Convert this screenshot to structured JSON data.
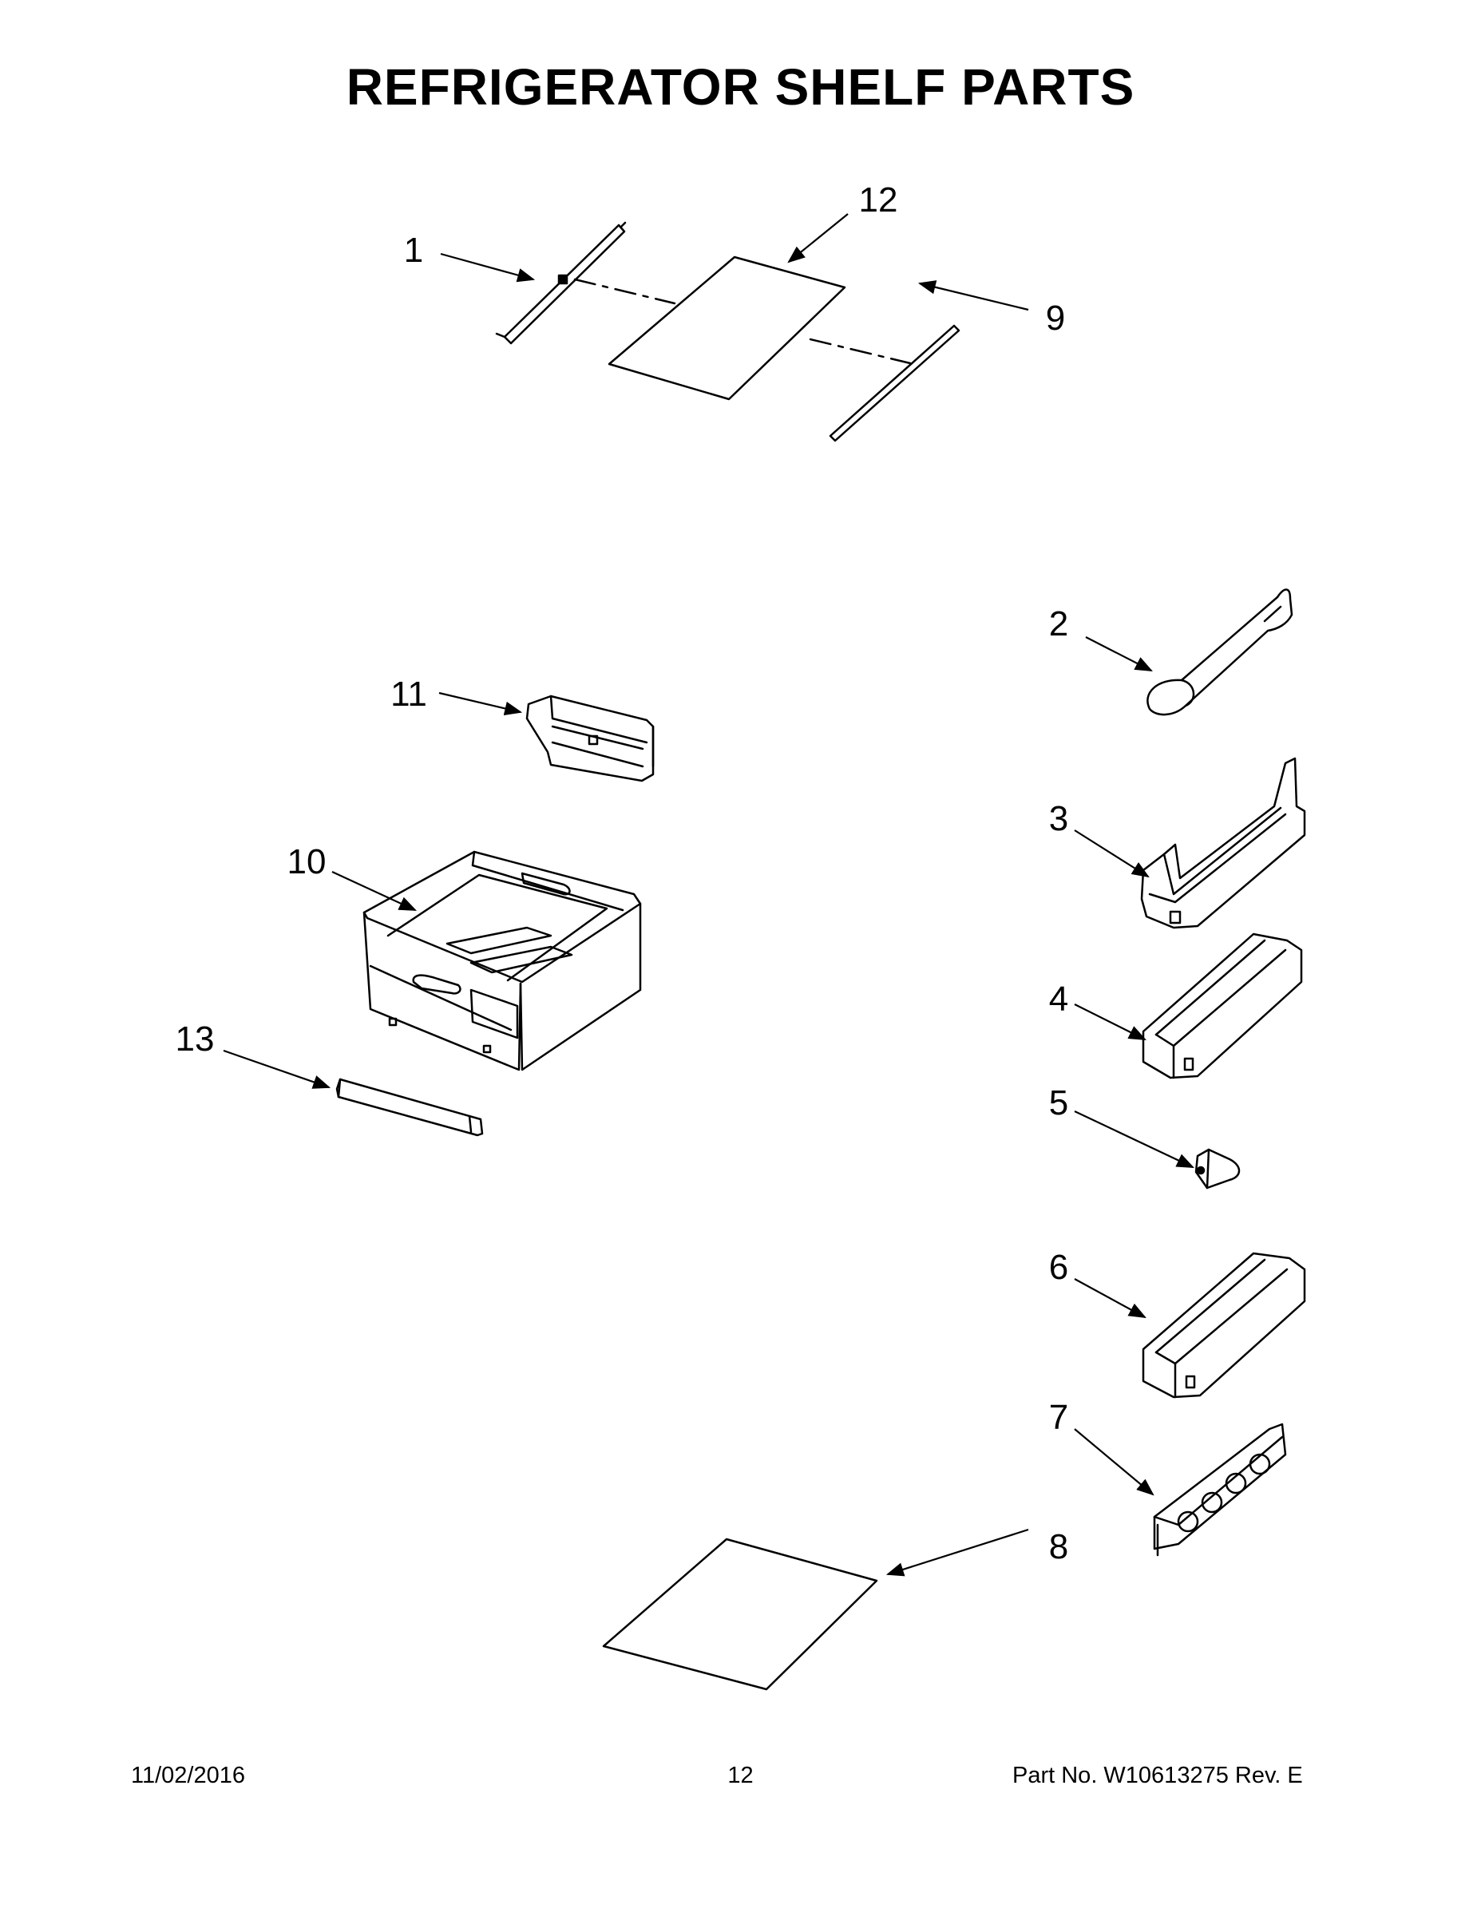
{
  "page": {
    "title": "REFRIGERATOR SHELF PARTS"
  },
  "callouts": {
    "c1": "1",
    "c2": "2",
    "c3": "3",
    "c4": "4",
    "c5": "5",
    "c6": "6",
    "c7": "7",
    "c8": "8",
    "c9": "9",
    "c10": "10",
    "c11": "11",
    "c12": "12",
    "c13": "13"
  },
  "footer": {
    "date": "11/02/2016",
    "page_number": "12",
    "part_number": "Part No.  W10613275  Rev.  E"
  }
}
